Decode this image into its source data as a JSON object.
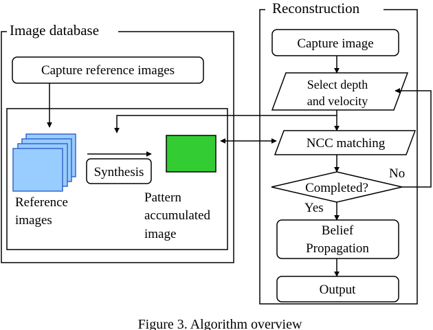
{
  "image_database": {
    "title": "Image database",
    "capture_reference": "Capture reference images",
    "reference_label_1": "Reference",
    "reference_label_2": "images",
    "synthesis": "Synthesis",
    "pattern_label_1": "Pattern",
    "pattern_label_2": "accumulated",
    "pattern_label_3": "image"
  },
  "reconstruction": {
    "title": "Reconstruction",
    "capture_image": "Capture image",
    "select_depth_1": "Select depth",
    "select_depth_2": "and velocity",
    "ncc_matching": "NCC matching",
    "completed": "Completed?",
    "no": "No",
    "yes": "Yes",
    "belief_1": "Belief",
    "belief_2": "Propagation",
    "output": "Output"
  },
  "caption": "Figure 3. Algorithm overview",
  "colors": {
    "reference_image_fill": "#99ccff",
    "reference_image_stroke": "#3366cc",
    "pattern_image_fill": "#33cc33"
  }
}
